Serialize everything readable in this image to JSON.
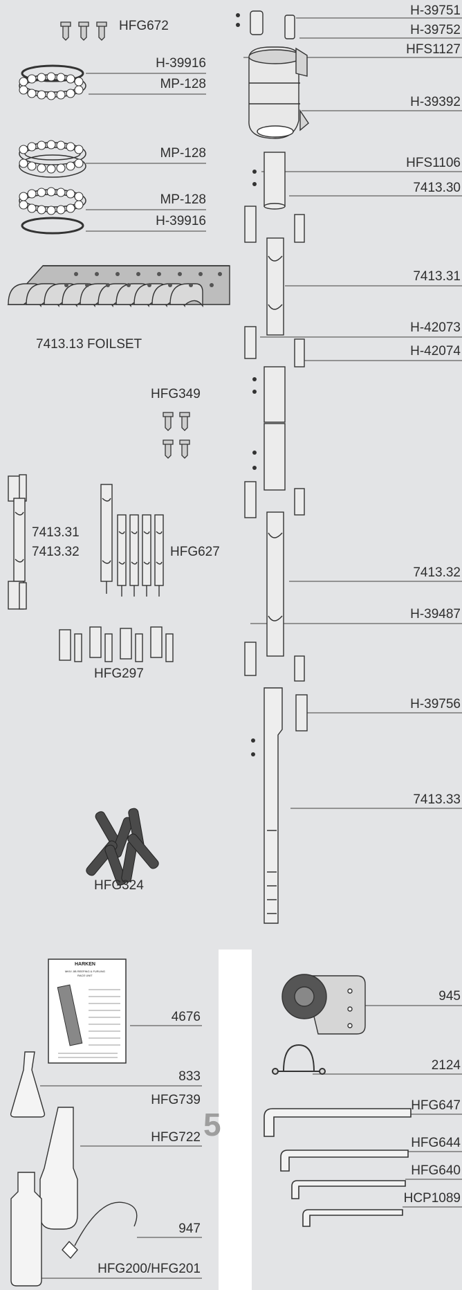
{
  "page_number": "5",
  "colors": {
    "background": "#e3e4e6",
    "panel": "#ffffff",
    "ink": "#2f2f2f",
    "leader": "#777777",
    "part_fill": "#d6d6d6",
    "part_stroke": "#333333"
  },
  "left_parts": {
    "hfg672": "HFG672",
    "h39916_top": "H-39916",
    "mp128_a": "MP-128",
    "mp128_b": "MP-128",
    "mp128_c": "MP-128",
    "h39916_bottom": "H-39916",
    "foilset": "7413.13 FOILSET",
    "hfg349": "HFG349",
    "foil_7413_31": "7413.31",
    "foil_7413_32": "7413.32",
    "hfg627": "HFG627",
    "hfg297": "HFG297",
    "hfg324": "HFG324"
  },
  "exploded_parts": {
    "h39751": "H-39751",
    "h39752": "H-39752",
    "hfs1127": "HFS1127",
    "h39392": "H-39392",
    "hfs1106": "HFS1106",
    "p7413_30": "7413.30",
    "p7413_31": "7413.31",
    "h42073": "H-42073",
    "h42074": "H-42074",
    "p7413_32": "7413.32",
    "h39487": "H-39487",
    "h39756": "H-39756",
    "p7413_33": "7413.33"
  },
  "manual": {
    "brand": "HARKEN",
    "title": "MKIV JIB REEFING & FURLING",
    "subtitle": "RACE UNIT",
    "label": "4676"
  },
  "tools_left": {
    "p833": "833",
    "hfg739": "HFG739",
    "hfg722": "HFG722",
    "p947": "947",
    "hfg200": "HFG200/HFG201"
  },
  "tools_right": {
    "p945": "945",
    "p2124": "2124",
    "hfg647": "HFG647",
    "hfg644": "HFG644",
    "hfg640": "HFG640",
    "hcp1089": "HCP1089"
  }
}
